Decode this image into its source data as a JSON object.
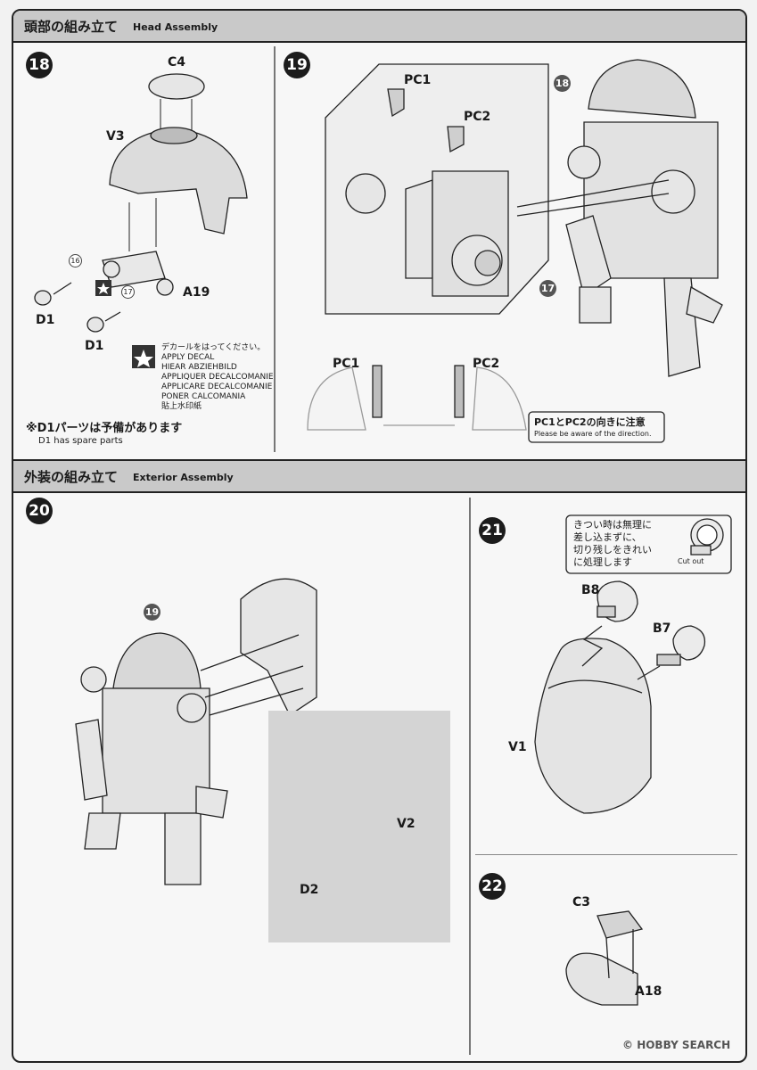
{
  "section_head": {
    "title_jp": "頭部の組み立て",
    "title_en": "Head Assembly"
  },
  "section_exterior": {
    "title_jp": "外装の組み立て",
    "title_en": "Exterior Assembly"
  },
  "step18": {
    "number": "18",
    "parts": {
      "c4": "C4",
      "v3": "V3",
      "a19": "A19",
      "d1_top": "D1",
      "d1_bottom": "D1"
    },
    "decal_refs": {
      "first": "16",
      "second": "17"
    },
    "decal_lines": [
      "デカールをはってください。",
      "APPLY DECAL",
      "HIEAR ABZIEHBILD",
      "APPLIQUER DECALCOMANIE",
      "APPLICARE DECALCOMANIE",
      "PONER CALCOMANIA",
      "貼上水印紙"
    ],
    "spare_jp": "※D1パーツは予備があります",
    "spare_en": "D1 has spare parts"
  },
  "step19": {
    "number": "19",
    "parts": {
      "pc1": "PC1",
      "pc2": "PC2",
      "pc1_lower": "PC1",
      "pc2_lower": "PC2"
    },
    "refs": {
      "top": "18",
      "bottom": "17"
    },
    "note_jp": "PC1とPC2の向きに注意",
    "note_en": "Please be aware of the direction."
  },
  "step20": {
    "number": "20",
    "ref": "19",
    "parts": {
      "v2": "V2",
      "d2": "D2"
    }
  },
  "step21": {
    "number": "21",
    "parts": {
      "b8": "B8",
      "b7": "B7",
      "v1": "V1"
    },
    "tip_lines": [
      "きつい時は無理に",
      "差し込まずに、",
      "切り残しをきれい",
      "に処理します"
    ],
    "cut_out": "Cut out"
  },
  "step22": {
    "number": "22",
    "parts": {
      "c3": "C3",
      "a18": "A18"
    }
  },
  "watermark": {
    "brand": "HOBBY SEARCH",
    "symbol": "©"
  }
}
